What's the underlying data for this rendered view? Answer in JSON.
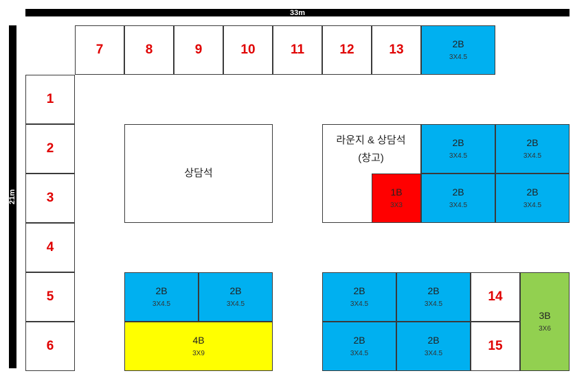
{
  "dimensions": {
    "width_label": "33m",
    "height_label": "21m"
  },
  "colors": {
    "blue": "#00b0f0",
    "red": "#ff0000",
    "yellow": "#ffff00",
    "green": "#92d050",
    "white": "#ffffff",
    "number": "#e00000"
  },
  "booths": [
    {
      "id": "7",
      "kind": "number",
      "color": "white"
    },
    {
      "id": "8",
      "kind": "number",
      "color": "white"
    },
    {
      "id": "9",
      "kind": "number",
      "color": "white"
    },
    {
      "id": "10",
      "kind": "number",
      "color": "white"
    },
    {
      "id": "11",
      "kind": "number",
      "color": "white"
    },
    {
      "id": "12",
      "kind": "number",
      "color": "white"
    },
    {
      "id": "13",
      "kind": "number",
      "color": "white"
    },
    {
      "id": "2B-top",
      "kind": "type",
      "label": "2B",
      "size": "3X4.5",
      "color": "blue"
    },
    {
      "id": "1",
      "kind": "number",
      "color": "white"
    },
    {
      "id": "2",
      "kind": "number",
      "color": "white"
    },
    {
      "id": "3",
      "kind": "number",
      "color": "white"
    },
    {
      "id": "4",
      "kind": "number",
      "color": "white"
    },
    {
      "id": "5",
      "kind": "number",
      "color": "white"
    },
    {
      "id": "6",
      "kind": "number",
      "color": "white"
    },
    {
      "id": "consult-center",
      "kind": "area",
      "lines": [
        "상담석"
      ],
      "color": "white"
    },
    {
      "id": "lounge",
      "kind": "area",
      "lines": [
        "라운지 & 상담석",
        "(창고)"
      ],
      "color": "white"
    },
    {
      "id": "1B",
      "kind": "type",
      "label": "1B",
      "size": "3X3",
      "color": "red"
    },
    {
      "id": "2B-r1c1",
      "kind": "type",
      "label": "2B",
      "size": "3X4.5",
      "color": "blue"
    },
    {
      "id": "2B-r1c2",
      "kind": "type",
      "label": "2B",
      "size": "3X4.5",
      "color": "blue"
    },
    {
      "id": "2B-r2c1",
      "kind": "type",
      "label": "2B",
      "size": "3X4.5",
      "color": "blue"
    },
    {
      "id": "2B-r2c2",
      "kind": "type",
      "label": "2B",
      "size": "3X4.5",
      "color": "blue"
    },
    {
      "id": "2B-bl1",
      "kind": "type",
      "label": "2B",
      "size": "3X4.5",
      "color": "blue"
    },
    {
      "id": "2B-bl2",
      "kind": "type",
      "label": "2B",
      "size": "3X4.5",
      "color": "blue"
    },
    {
      "id": "4B",
      "kind": "type",
      "label": "4B",
      "size": "3X9",
      "color": "yellow"
    },
    {
      "id": "2B-br1",
      "kind": "type",
      "label": "2B",
      "size": "3X4.5",
      "color": "blue"
    },
    {
      "id": "2B-br2",
      "kind": "type",
      "label": "2B",
      "size": "3X4.5",
      "color": "blue"
    },
    {
      "id": "2B-br3",
      "kind": "type",
      "label": "2B",
      "size": "3X4.5",
      "color": "blue"
    },
    {
      "id": "2B-br4",
      "kind": "type",
      "label": "2B",
      "size": "3X4.5",
      "color": "blue"
    },
    {
      "id": "14",
      "kind": "number",
      "color": "white"
    },
    {
      "id": "15",
      "kind": "number",
      "color": "white"
    },
    {
      "id": "3B",
      "kind": "type",
      "label": "3B",
      "size": "3X6",
      "color": "green"
    }
  ]
}
